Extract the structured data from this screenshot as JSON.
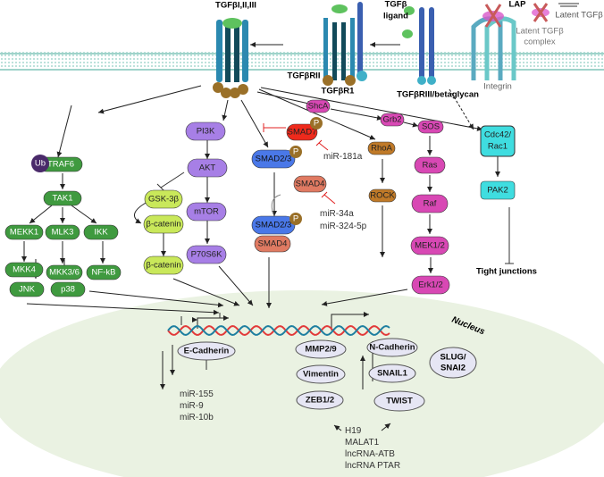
{
  "membrane": {
    "labels": {
      "tgfb_receptors": "TGFβI,II,III",
      "ligand_1": "TGFβ",
      "ligand_2": "ligand",
      "lap": "LAP",
      "latent_tgfb": "Latent TGFβ",
      "latent_complex_1": "Latent TGFβ",
      "latent_complex_2": "complex",
      "tgfbrii": "TGFβRII",
      "tgfbr1": "TGFβR1",
      "tgfbriii": "TGFβRIII/betaglycan",
      "integrin": "Integrin",
      "p": "P"
    }
  },
  "nodes": {
    "ub": "Ub",
    "traf6": "TRAF6",
    "tak1": "TAK1",
    "mekk1": "MEKK1",
    "mlk3": "MLK3",
    "ikk": "IKK",
    "mkk4": "MKK4",
    "mkk36": "MKK3/6",
    "nfkb": "NF-kB",
    "jnk": "JNK",
    "p38": "p38",
    "pi3k": "PI3K",
    "akt": "AKT",
    "gsk3b": "GSK-3β",
    "mtor": "mTOR",
    "bcat1": "β-catenin",
    "p70s6k": "P70S6K",
    "bcat2": "β-catenin",
    "smad7": "SMAD7",
    "smad23a": "SMAD2/3",
    "smad4a": "SMAD4",
    "smad23b": "SMAD2/3",
    "smad4b": "SMAD4",
    "shca": "ShcA",
    "grb2": "Grb2",
    "sos": "SOS",
    "rhoa": "RhoA",
    "rock": "ROCK",
    "ras": "Ras",
    "raf": "Raf",
    "mek12": "MEK1/2",
    "erk12": "Erk1/2",
    "cdc42_1": "Cdc42/",
    "cdc42_2": "Rac1",
    "pak2": "PAK2",
    "tight": "Tight junctions"
  },
  "mirnas": {
    "mir181a": "miR-181a",
    "mir34a": "miR-34a",
    "mir324": "miR-324-5p",
    "mir155": "miR-155",
    "mir9": "miR-9",
    "mir10b": "miR-10b"
  },
  "nucleus": {
    "label": "Nucleus",
    "ecad": "E-Cadherin",
    "mmp": "MMP2/9",
    "vim": "Vimentin",
    "zeb": "ZEB1/2",
    "ncad": "N-Cadherin",
    "snail": "SNAIL1",
    "slug1": "SLUG/",
    "slug2": "SNAI2",
    "twist": "TWIST"
  },
  "lncrnas": [
    "H19",
    "MALAT1",
    "lncRNA-ATB",
    "lncRNA PTAR"
  ],
  "colors": {
    "green": "#3f9a3f",
    "purple": "#a77fe6",
    "lime": "#c9e85a",
    "blue": "#4a78e8",
    "red": "#ee2a1c",
    "salmon": "#e07a62",
    "magenta": "#d848b4",
    "brown": "#c07a28",
    "cyan": "#3fdde0",
    "nucleus": "#eaf2e2",
    "phospho": "#9a7028"
  }
}
